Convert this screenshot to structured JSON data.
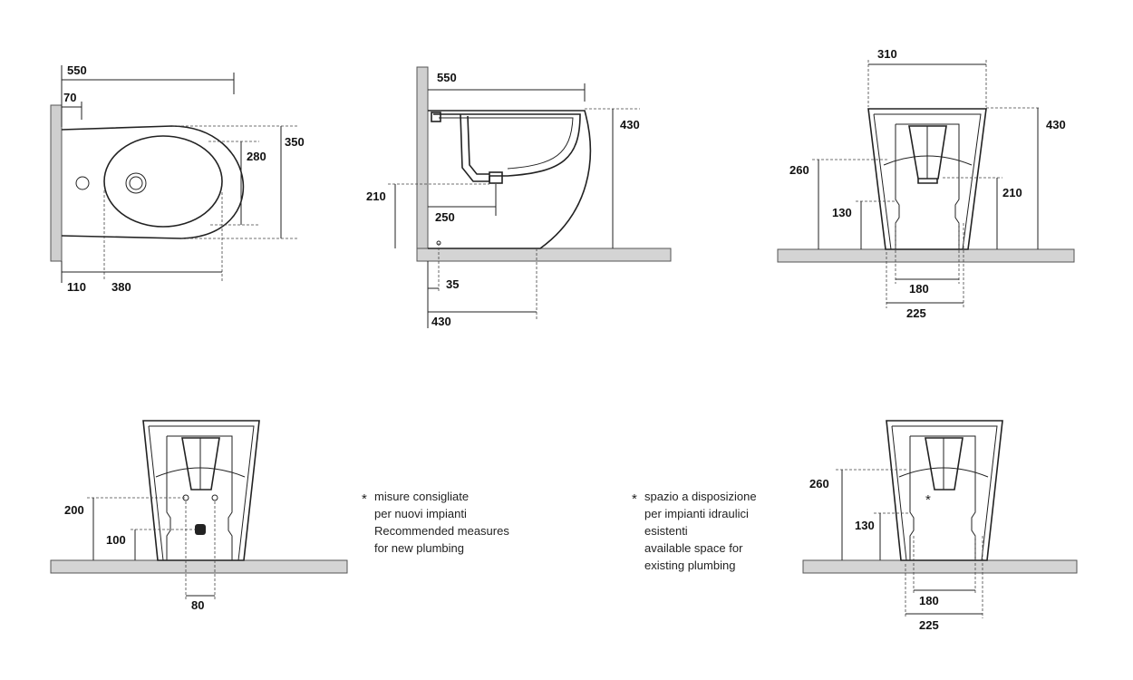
{
  "top_view": {
    "overall_length": "550",
    "wall_offset": "70",
    "width": "350",
    "bowl_width": "280",
    "hole_offset": "110",
    "bowl_length": "380"
  },
  "side_view": {
    "length": "550",
    "height": "430",
    "outlet_height": "210",
    "outlet_depth": "250",
    "floor_hole_offset": "35",
    "base_depth": "430"
  },
  "front_view": {
    "top_width": "310",
    "height": "430",
    "inner_height": "260",
    "outlet_height": "210",
    "step_height": "130",
    "inner_width": "180",
    "outer_width": "225"
  },
  "rear_new": {
    "inlet_height": "200",
    "drain_height": "100",
    "inlet_spacing": "80"
  },
  "note_new": {
    "line1": "misure consigliate",
    "line2": "per nuovi impianti",
    "line3": "Recommended measures",
    "line4": "for new plumbing"
  },
  "rear_existing": {
    "inner_height": "260",
    "step_height": "130",
    "inner_width": "180",
    "outer_width": "225"
  },
  "note_existing": {
    "line1": "spazio a disposizione",
    "line2": "per impianti idraulici",
    "line3": "esistenti",
    "line4": "available space for",
    "line5": "existing plumbing"
  },
  "asterisk": "*"
}
